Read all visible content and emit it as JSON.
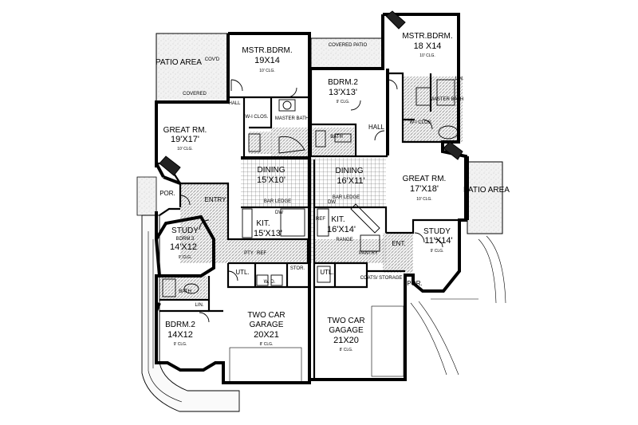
{
  "plan": {
    "unit_left": {
      "patio_area": "PATIO AREA",
      "covd": "COV'D",
      "covered": "COVERED",
      "mstr_bdrm": {
        "name": "MSTR.BDRM.",
        "dim": "19X14",
        "clg": "10' CLG."
      },
      "hall": "HALL",
      "wi_clos": "W-I CLOS.",
      "master_bath": "MASTER BATH",
      "great_rm": {
        "name": "GREAT RM.",
        "dim": "19'X17'",
        "clg": "10' CLG."
      },
      "dining": {
        "name": "DINING",
        "dim": "15'X10'"
      },
      "kit": {
        "name": "KIT.",
        "dim": "15'X13'"
      },
      "bar_ledge": "BAR LEDGE",
      "dw": "DW",
      "pty": "PTY",
      "ref": "REF",
      "por": "POR.",
      "entry": "ENTRY",
      "study": {
        "name": "STUDY",
        "name2": "BDRM.3",
        "dim": "14'X12",
        "clg": "9' CLG."
      },
      "utl": "UTL.",
      "wd": "W.  D.",
      "stor": "STOR.",
      "bath": "BATH",
      "lin": "LIN.",
      "bdrm2": {
        "name": "BDRM.2",
        "dim": "14X12",
        "clg": "9' CLG."
      },
      "garage": {
        "name": "TWO CAR",
        "name2": "GARAGE",
        "dim": "20X21",
        "clg": "8' CLG."
      }
    },
    "unit_right": {
      "covered_patio": "COVERED PATIO",
      "mstr_bdrm": {
        "name": "MSTR.BDRM.",
        "dim": "18 X14",
        "clg": "10' CLG."
      },
      "bdrm2": {
        "name": "BDRM.2",
        "dim": "13'X13'",
        "clg": "9' CLG."
      },
      "hall": "HALL",
      "lin": "LIN.",
      "master_bath": "MASTER BATH",
      "wi_clos": "W-I CLOS.",
      "bath": "BATH",
      "dining": {
        "name": "DINING",
        "dim": "16'X11'"
      },
      "great_rm": {
        "name": "GREAT RM.",
        "dim": "17'X18'",
        "clg": "10' CLG."
      },
      "patio_area": "PATIO AREA",
      "bar_ledge": "BAR LEDGE",
      "dw": "DW",
      "ref": "REF",
      "kit": {
        "name": "KIT.",
        "dim": "16'X14'"
      },
      "range": "RANGE",
      "pantry": "PANTRY",
      "ent": "ENT.",
      "study": {
        "name": "STUDY",
        "dim": "11'X14'",
        "clg": "9' CLG."
      },
      "utl": "UTL.",
      "coats_storage": "COATS/ STORAGE",
      "por": "POR.",
      "garage": {
        "name": "TWO CAR",
        "name2": "GAGAGE",
        "dim": "21X20",
        "clg": "8' CLG."
      }
    }
  }
}
